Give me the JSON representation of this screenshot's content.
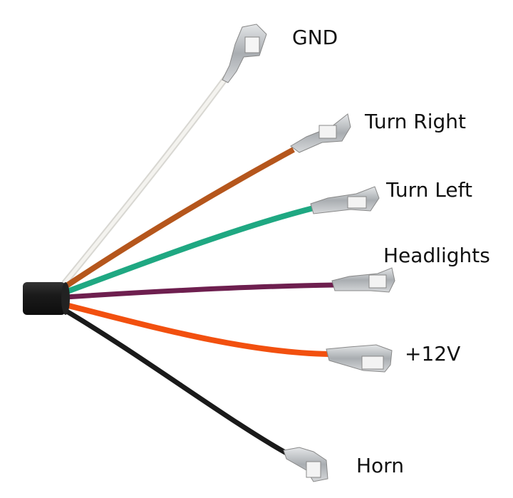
{
  "labels": {
    "gnd": "GND",
    "turn_right": "Turn Right",
    "turn_left": "Turn Left",
    "headlights": "Headlights",
    "plus12v": "+12V",
    "horn": "Horn"
  },
  "colors": {
    "jacket": "#1c1c1c",
    "white_wire": "#ecebe6",
    "brown_wire": "#b5561c",
    "green_wire": "#1fa882",
    "purple_wire": "#6e1f4f",
    "orange_wire": "#f2500f",
    "black_wire": "#1a1a1a",
    "terminal": "#b9bcbf"
  }
}
